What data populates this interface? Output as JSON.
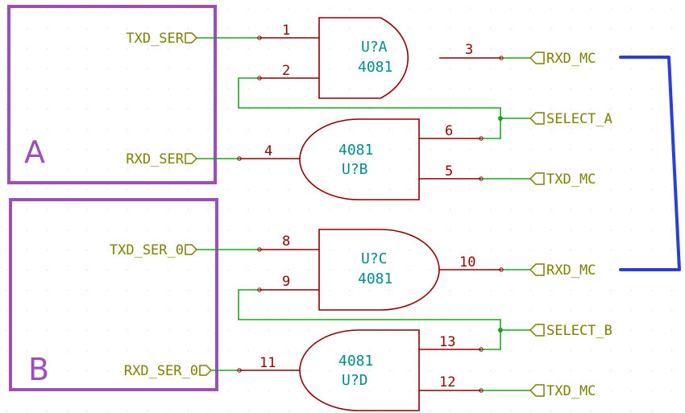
{
  "blocks": {
    "a_label": "A",
    "b_label": "B"
  },
  "gates": {
    "a": {
      "ref": "U?A",
      "value": "4081"
    },
    "b": {
      "ref": "U?B",
      "value": "4081"
    },
    "c": {
      "ref": "U?C",
      "value": "4081"
    },
    "d": {
      "ref": "U?D",
      "value": "4081"
    }
  },
  "pins": {
    "p1": "1",
    "p2": "2",
    "p3": "3",
    "p4": "4",
    "p5": "5",
    "p6": "6",
    "p8": "8",
    "p9": "9",
    "p10": "10",
    "p11": "11",
    "p12": "12",
    "p13": "13"
  },
  "labels": {
    "txd_ser": "TXD_SER",
    "rxd_ser": "RXD_SER",
    "txd_ser_0": "TXD_SER_0",
    "rxd_ser_0": "RXD_SER_0",
    "rxd_mc_top": "RXD_MC",
    "select_a": "SELECT_A",
    "txd_mc_top": "TXD_MC",
    "rxd_mc_bottom": "RXD_MC",
    "select_b": "SELECT_B",
    "txd_mc_bottom": "TXD_MC"
  },
  "colors": {
    "wire": "#1aa51a",
    "bus": "#2b3fd6",
    "component": "#900000",
    "label": "#7f7f00",
    "reference": "#008b8b",
    "block_frame": "#9b4fb8"
  }
}
